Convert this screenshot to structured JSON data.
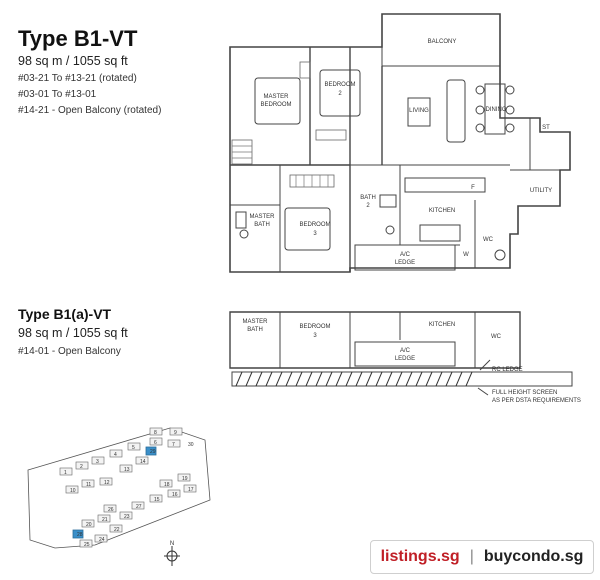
{
  "type_b1": {
    "title": "Type B1-VT",
    "size": "98 sq m / 1055 sq ft",
    "notes": [
      "#03-21 To #13-21 (rotated)",
      "#03-01 To #13-01",
      "#14-21 - Open Balcony (rotated)"
    ]
  },
  "type_b1a": {
    "title": "Type B1(a)-VT",
    "size": "98 sq m / 1055 sq ft",
    "notes": [
      "#14-01 - Open Balcony"
    ]
  },
  "plan_labels": {
    "balcony": "BALCONY",
    "master_bedroom": [
      "MASTER",
      "BEDROOM"
    ],
    "bedroom2": [
      "BEDROOM",
      "2"
    ],
    "living": "LIVING",
    "dining": "DINING",
    "st": "ST",
    "utility": "UTILITY",
    "bath2": [
      "BATH",
      "2"
    ],
    "kitchen": "KITCHEN",
    "master_bath": [
      "MASTER",
      "BATH"
    ],
    "bedroom3": [
      "BEDROOM",
      "3"
    ],
    "ac_ledge": [
      "A/C",
      "LEDGE"
    ],
    "wc": "WC",
    "f": "F",
    "w": "W",
    "rc_ledge": "RC LEDGE",
    "full_height_screen": [
      "FULL HEIGHT SCREEN",
      "AS PER DSTA REQUIREMENTS"
    ]
  },
  "site_plan": {
    "block_numbers": [
      "1",
      "2",
      "3",
      "4",
      "5",
      "6",
      "7",
      "8",
      "9",
      "10",
      "11",
      "12",
      "13",
      "14",
      "15",
      "16",
      "17",
      "18",
      "19",
      "20",
      "21",
      "22",
      "23",
      "24",
      "25",
      "26",
      "27",
      "28",
      "29",
      "30"
    ],
    "north": "N",
    "highlight_color": "#3a8fc9"
  },
  "branding": {
    "site1": "listings.sg",
    "separator": "|",
    "site2": "buycondo.sg",
    "accent": "#c01f26"
  }
}
